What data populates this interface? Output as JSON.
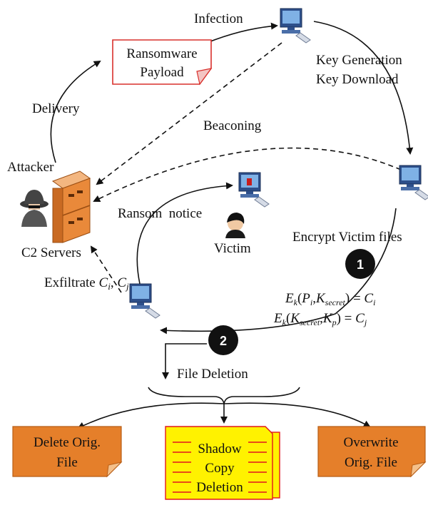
{
  "labels": {
    "infection": "Infection",
    "ransomware_payload_line1": "Ransomware",
    "ransomware_payload_line2": "Payload",
    "key_generation": "Key Generation",
    "key_download": "Key Download",
    "delivery": "Delivery",
    "beaconing": "Beaconing",
    "attacker": "Attacker",
    "c2_servers": "C2 Servers",
    "ransom_notice": "Ransom  notice",
    "victim": "Victim",
    "encrypt_victim_files": "Encrypt Victim files",
    "exfiltrate": "Exfiltrate C_i, C_j",
    "equation_1": "E_k(P_i,K_secret) = C_i",
    "equation_2": "E_k(K_secret,K_p) = C_j",
    "file_deletion": "File Deletion",
    "delete_orig_file_line1": "Delete Orig.",
    "delete_orig_file_line2": "File",
    "shadow_copy_line1": "Shadow",
    "shadow_copy_line2": "Copy",
    "shadow_copy_line3": "Deletion",
    "overwrite_line1": "Overwrite",
    "overwrite_line2": "Orig. File"
  },
  "step_markers": [
    "1",
    "2"
  ],
  "colors": {
    "payload_border": "#d9302c",
    "orange_box": "#e57f2a",
    "shadow_fill": "#fff200",
    "shadow_border": "#e0161d",
    "server_orange": "#e9893a",
    "computer_blue": "#3b6fb6"
  }
}
